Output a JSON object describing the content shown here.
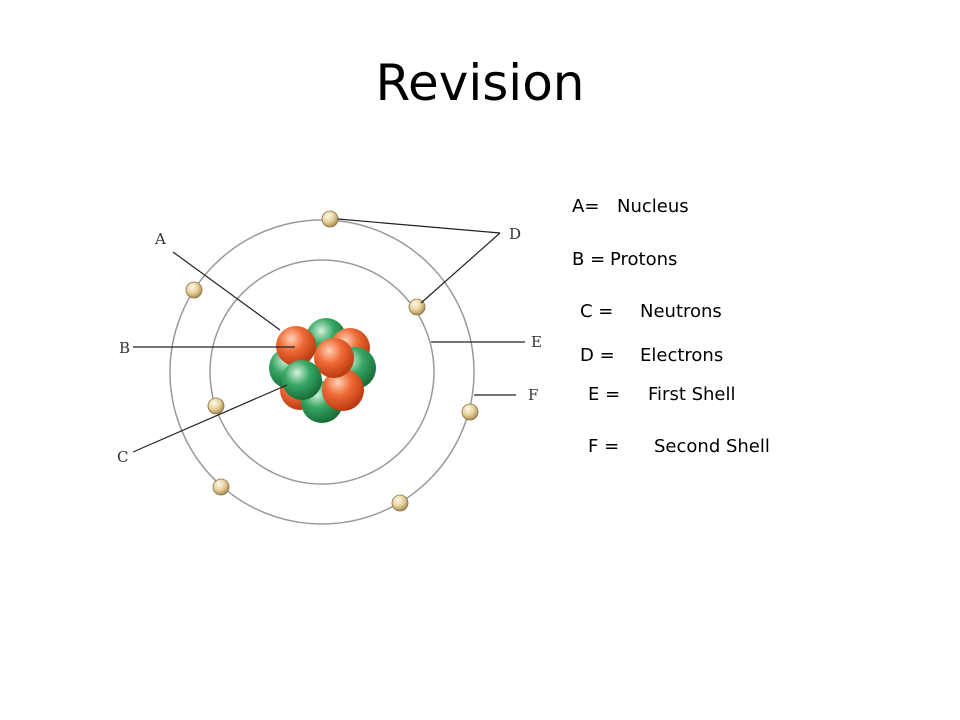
{
  "slide": {
    "title": "Revision"
  },
  "diagram": {
    "labels": [
      "A",
      "B",
      "C",
      "D",
      "E",
      "F"
    ],
    "colors": {
      "proton": "#e8552a",
      "neutron": "#2e9a57",
      "electron": "#e6cf98",
      "shell": "#999999",
      "leader": "#222222"
    }
  },
  "answers": [
    {
      "key": "A=",
      "value": "Nucleus"
    },
    {
      "key": "B =",
      "value": "Protons"
    },
    {
      "key": "C =",
      "value": "Neutrons"
    },
    {
      "key": "D =",
      "value": "Electrons"
    },
    {
      "key": "E =",
      "value": "First Shell"
    },
    {
      "key": "F =",
      "value": "Second Shell"
    }
  ]
}
